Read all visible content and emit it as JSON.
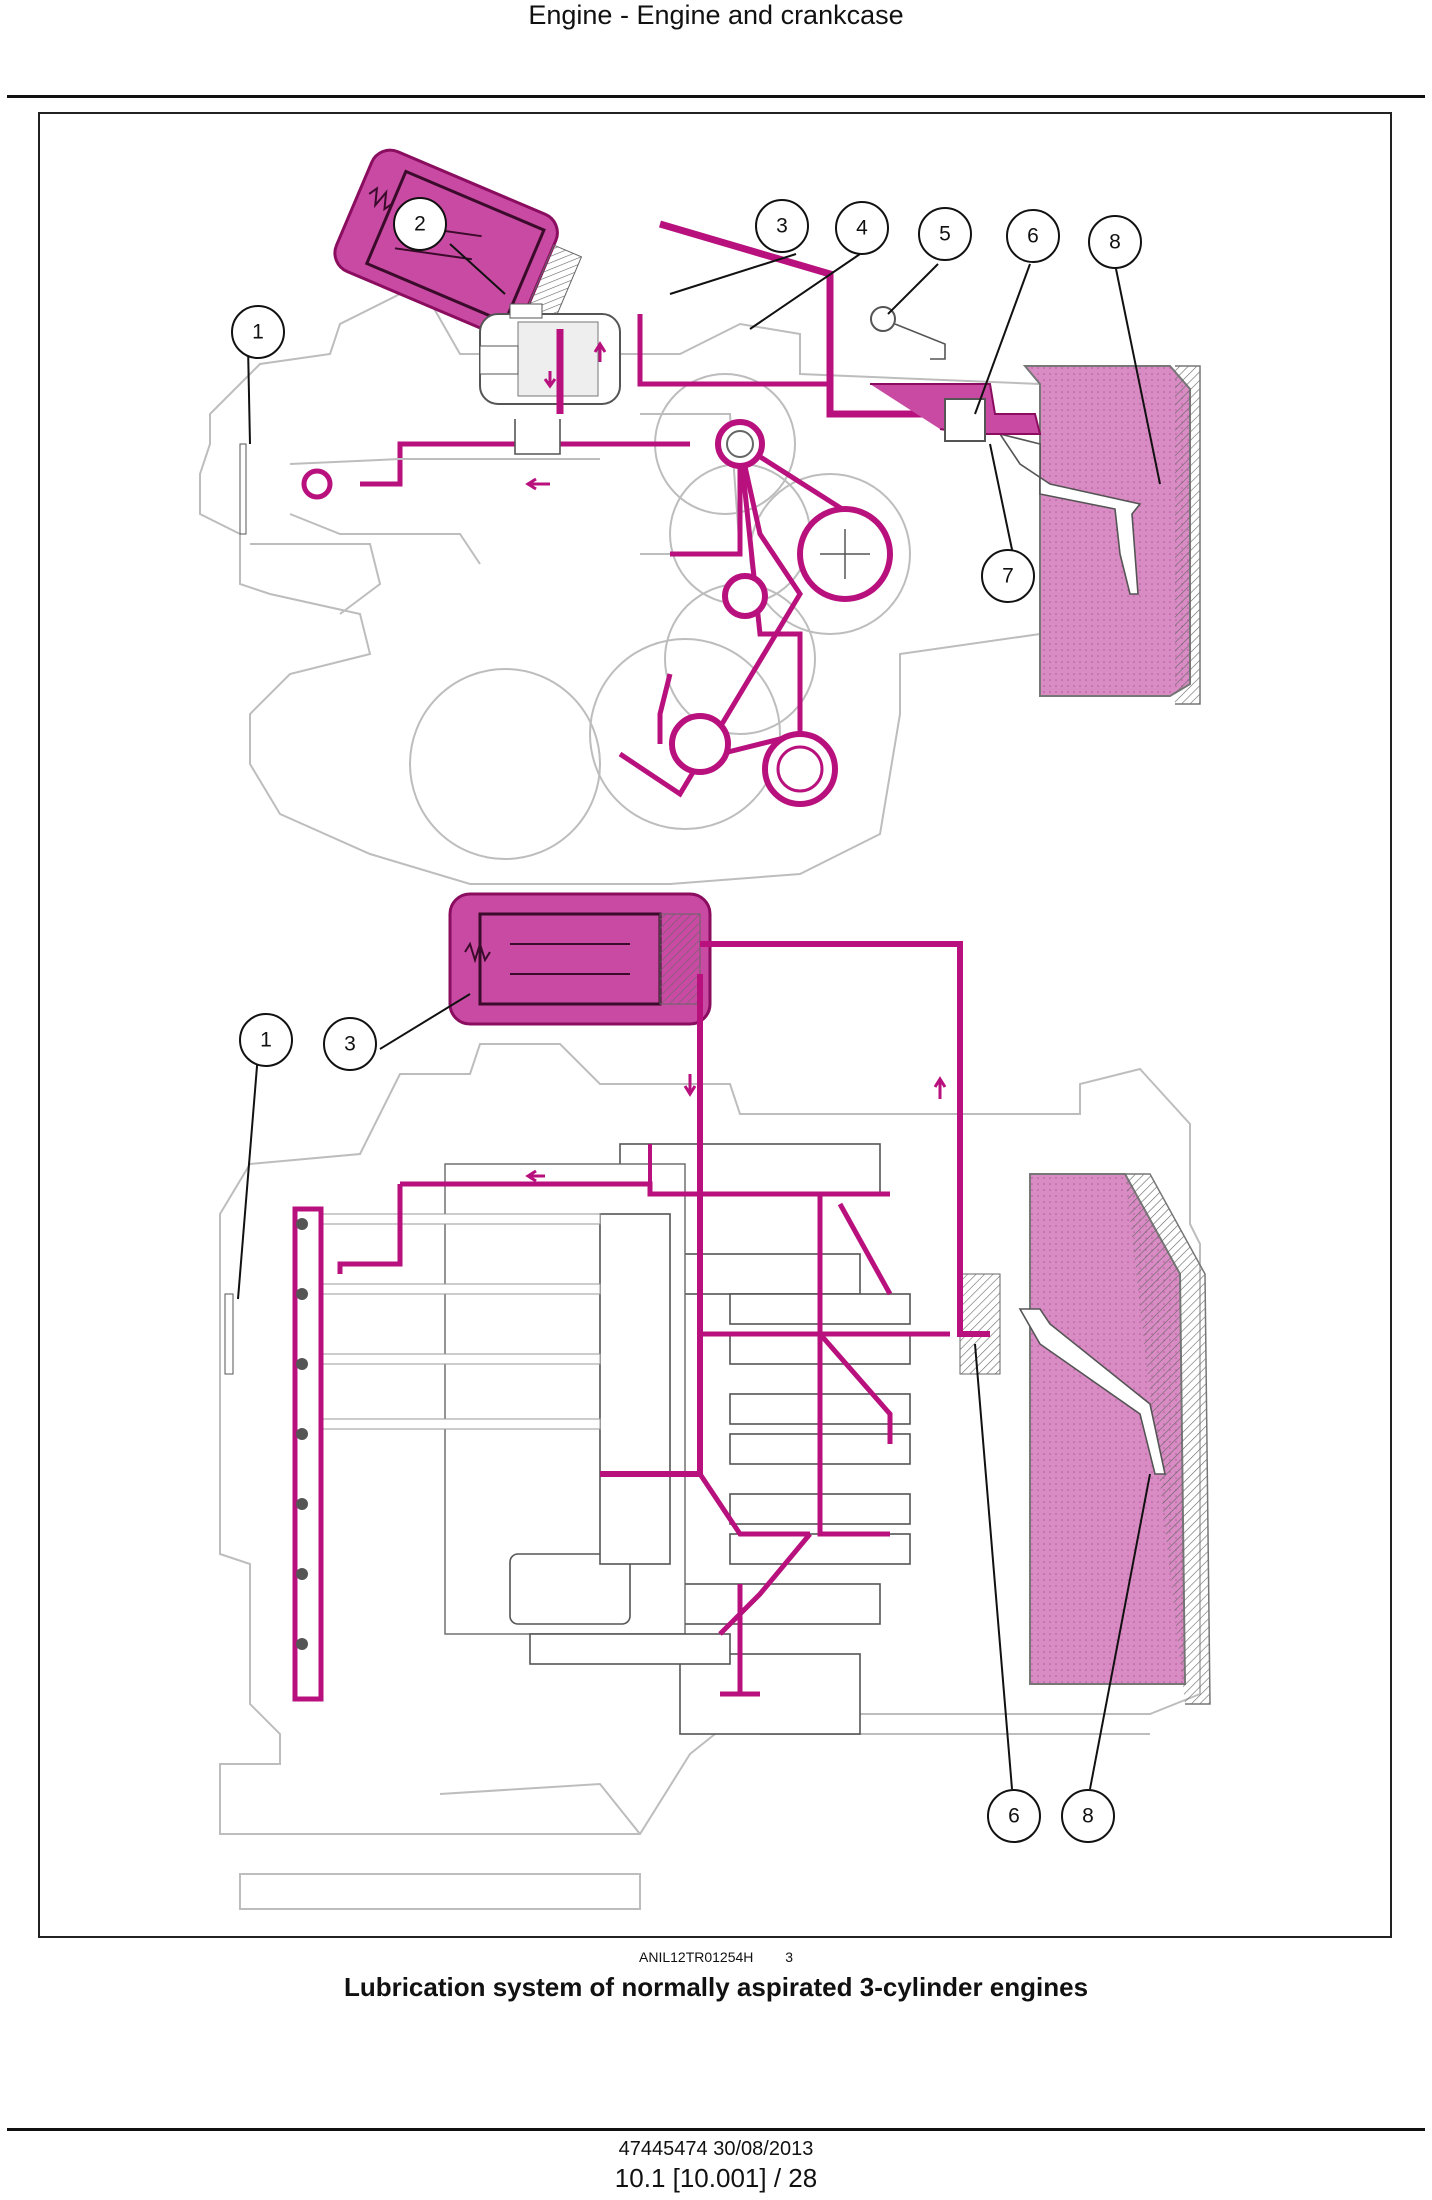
{
  "header": {
    "title": "Engine - Engine and crankcase"
  },
  "figure": {
    "reference_code": "ANIL12TR01254H",
    "figure_number": "3",
    "caption": "Lubrication system of normally aspirated 3-cylinder engines",
    "colors": {
      "oil": "#b8117e",
      "oil_fill": "#c94aa3",
      "sump_fill": "#d98cc4",
      "outline": "#bdbdbd"
    },
    "top_view_callouts": [
      "1",
      "2",
      "3",
      "4",
      "5",
      "6",
      "7",
      "8"
    ],
    "bottom_view_callouts": [
      "1",
      "3",
      "6",
      "8"
    ]
  },
  "footer": {
    "doc_info": "47445474 30/08/2013",
    "page_info": "10.1 [10.001] / 28"
  }
}
